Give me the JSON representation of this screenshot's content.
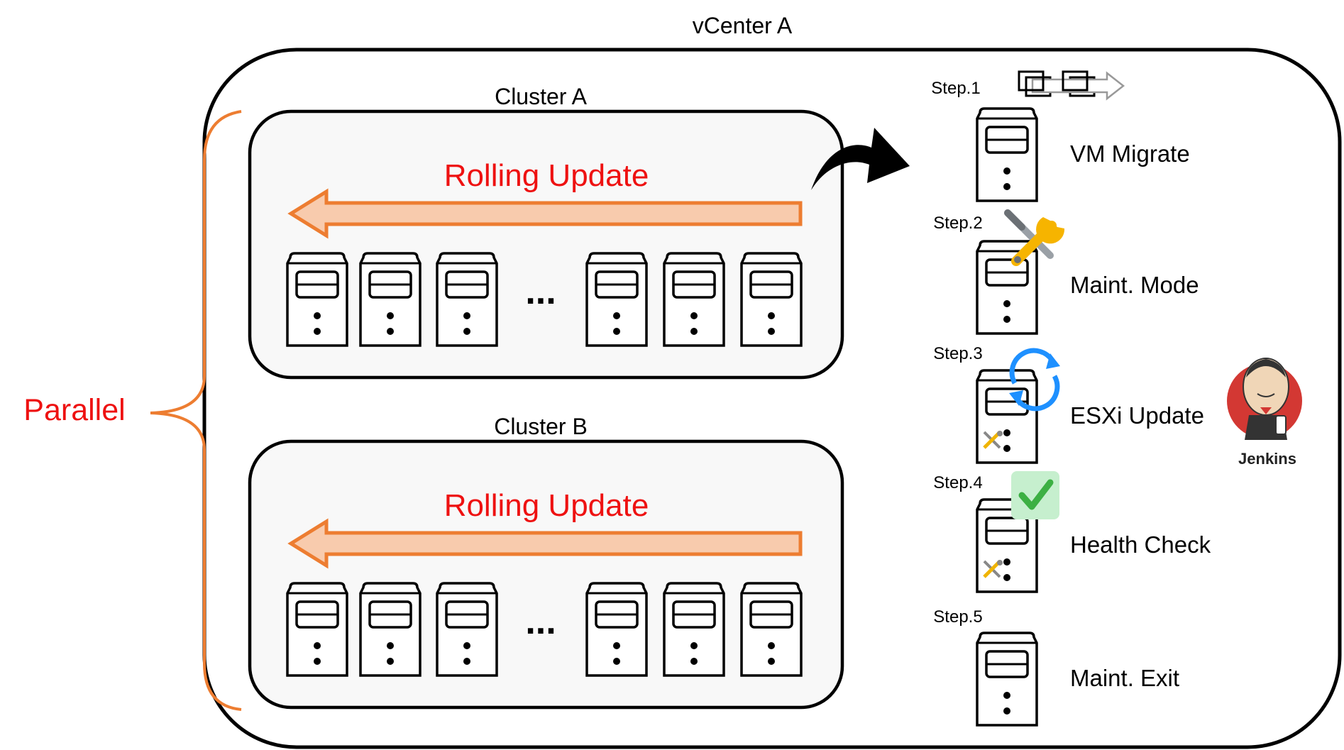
{
  "vcenter": {
    "title": "vCenter A"
  },
  "parallel": {
    "label": "Parallel"
  },
  "clusters": [
    {
      "name": "Cluster A",
      "rolling_label": "Rolling Update",
      "ellipsis": "..."
    },
    {
      "name": "Cluster B",
      "rolling_label": "Rolling Update",
      "ellipsis": "..."
    }
  ],
  "steps": [
    {
      "step_label": "Step.1",
      "action": "VM Migrate",
      "icon": "vm-migrate-icon"
    },
    {
      "step_label": "Step.2",
      "action": "Maint. Mode",
      "icon": "wrench-screwdriver-icon"
    },
    {
      "step_label": "Step.3",
      "action": "ESXi Update",
      "icon": "refresh-icon"
    },
    {
      "step_label": "Step.4",
      "action": "Health Check",
      "icon": "checkmark-icon"
    },
    {
      "step_label": "Step.5",
      "action": "Maint. Exit",
      "icon": "server-icon"
    }
  ],
  "jenkins": {
    "label": "Jenkins"
  },
  "colors": {
    "accent_red": "#ee1111",
    "brace_orange": "#ed7d31",
    "arrow_fill": "#f8cbad",
    "cluster_bg": "#f8f8f8",
    "check_green": "#3cb043",
    "check_bg": "#c6efce",
    "refresh_blue": "#1e90ff",
    "jenkins_red": "#d33833"
  }
}
